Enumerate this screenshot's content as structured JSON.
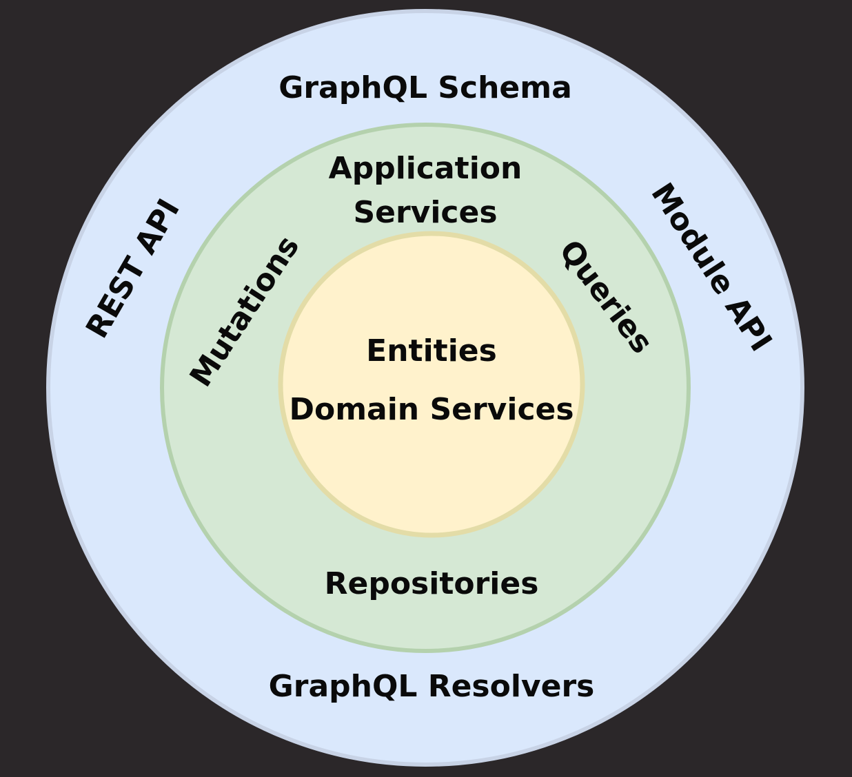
{
  "colors": {
    "background": "#2b2729",
    "outer_ring_fill": "#dae8fc",
    "outer_ring_stroke": "#c8d3e6",
    "middle_ring_fill": "#d5e8d4",
    "middle_ring_stroke": "#b4d1ad",
    "inner_circle_fill": "#fff2cc",
    "inner_circle_stroke": "#e3dca7",
    "text": "#0a0a0a"
  },
  "outer_ring": {
    "top_label": "GraphQL Schema",
    "bottom_label": "GraphQL Resolvers",
    "left_label": "REST API",
    "right_label": "Module API"
  },
  "middle_ring": {
    "top_label_line1": "Application",
    "top_label_line2": "Services",
    "bottom_label": "Repositories",
    "left_label": "Mutations",
    "right_label": "Queries"
  },
  "inner_circle": {
    "label_line1": "Entities",
    "label_line2": "Domain Services"
  }
}
